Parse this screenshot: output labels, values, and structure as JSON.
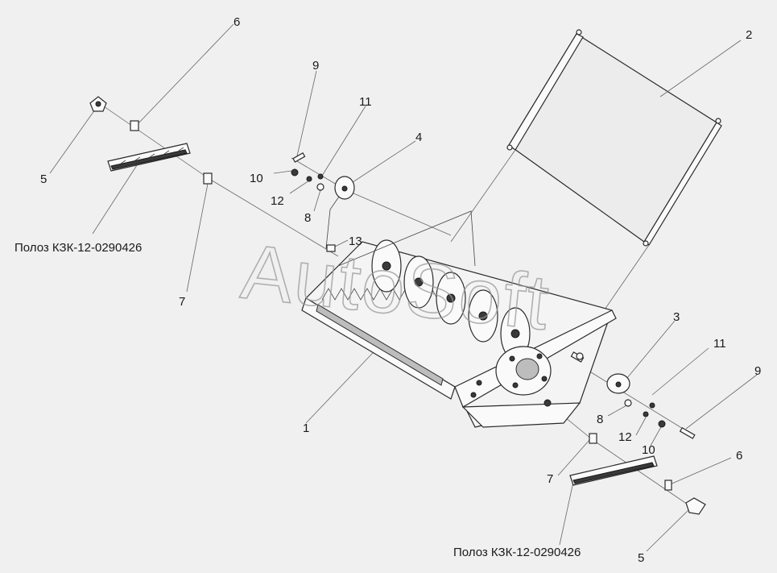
{
  "watermark": "AutoSoft",
  "captions": {
    "left_bar": "Полоз КЗК-12-0290426",
    "right_bar": "Полоз КЗК-12-0290426"
  },
  "callouts": {
    "c1": "1",
    "c2": "2",
    "c3": "3",
    "c4": "4",
    "c5_left": "5",
    "c5_right": "5",
    "c6_left": "6",
    "c6_right": "6",
    "c7_left": "7",
    "c7_right": "7",
    "c8_left": "8",
    "c8_right": "8",
    "c9_left": "9",
    "c9_right": "9",
    "c10_left": "10",
    "c10_right": "10",
    "c11_left": "11",
    "c11_right": "11",
    "c12_left": "12",
    "c12_right": "12",
    "c13": "13"
  },
  "colors": {
    "background": "#f0f0f0",
    "line": "#2a2a2a",
    "watermark": "#9a9a9a"
  }
}
